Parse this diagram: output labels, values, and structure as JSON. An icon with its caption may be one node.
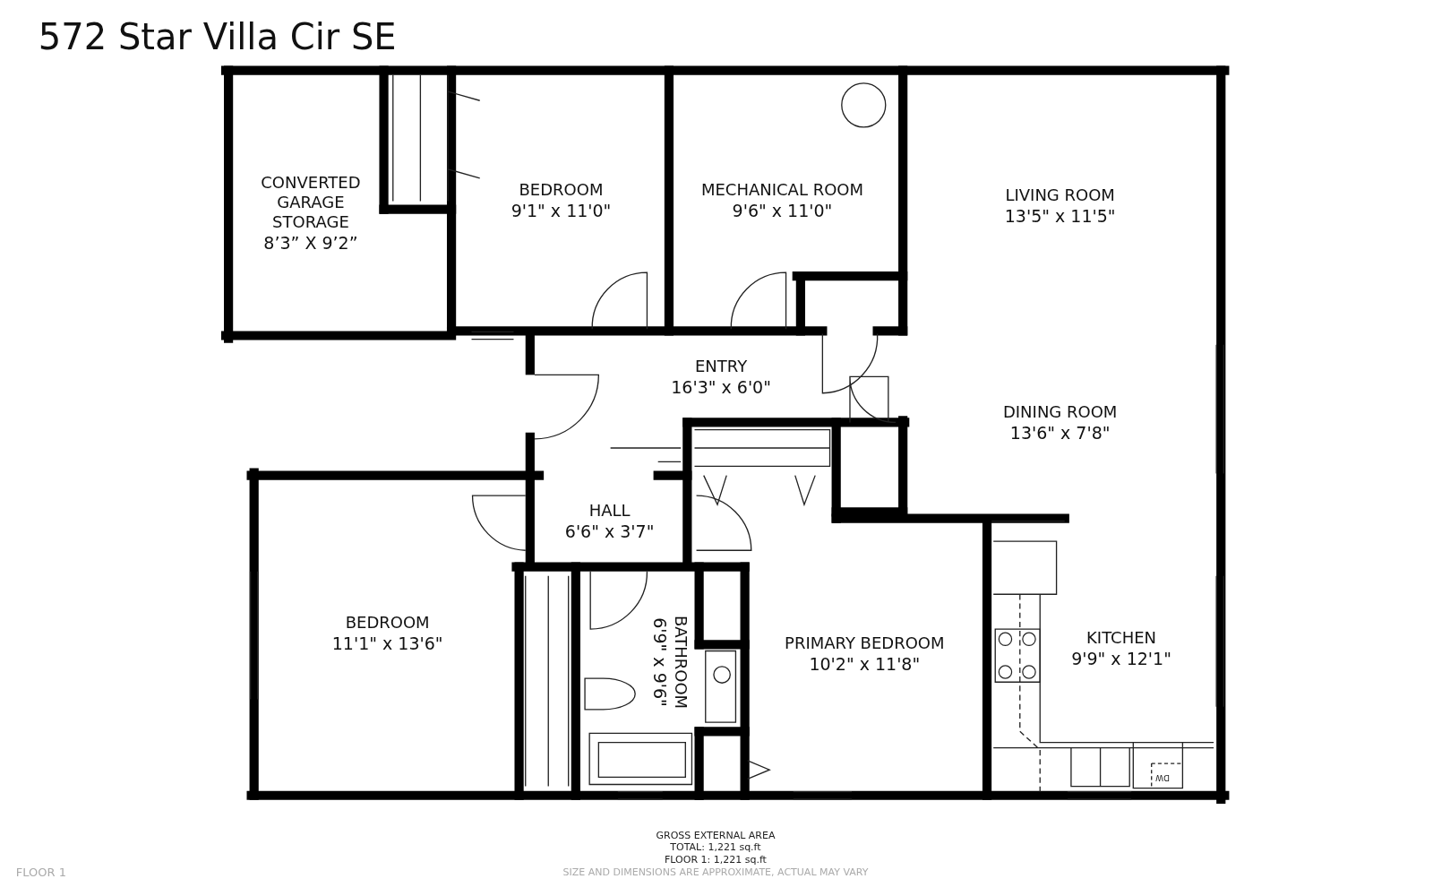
{
  "diagram": {
    "title": "572 Star Villa Cir SE",
    "nodes": [
      {
        "text": [
          "CONVERTED GARAGE STORAGE",
          "8’3” X 9’2”"
        ]
      },
      {
        "text": [
          "BEDROOM",
          "9'1\" x 11'0\""
        ]
      },
      {
        "text": [
          "MECHANICAL ROOM",
          "9'6\" x 11'0\""
        ]
      },
      {
        "text": [
          "LIVING ROOM",
          "13'5\" x 11'5\""
        ]
      },
      {
        "text": [
          "ENTRY",
          "16'3\" x 6'0\""
        ]
      },
      {
        "text": [
          "DINING ROOM",
          "13'6\" x 7'8\""
        ]
      },
      {
        "text": [
          "HALL",
          "6'6\" x 3'7\""
        ]
      },
      {
        "text": [
          "BEDROOM",
          "11'1\" x 13'6\""
        ]
      },
      {
        "text": [
          "BATHROOM",
          "6'9\" x 9'6\""
        ]
      },
      {
        "text": [
          "PRIMARY BEDROOM",
          "10'2\" x 11'8\""
        ]
      },
      {
        "text": [
          "KITCHEN",
          "9'9\" x 12'1\""
        ]
      }
    ],
    "labels": [
      "DW",
      "GROSS EXTERNAL AREA",
      "TOTAL: 1,221 sq.ft",
      "FLOOR 1: 1,221 sq.ft",
      "FLOOR 1",
      "SIZE AND DIMENSIONS ARE APPROXIMATE, ACTUAL MAY VARY"
    ]
  }
}
